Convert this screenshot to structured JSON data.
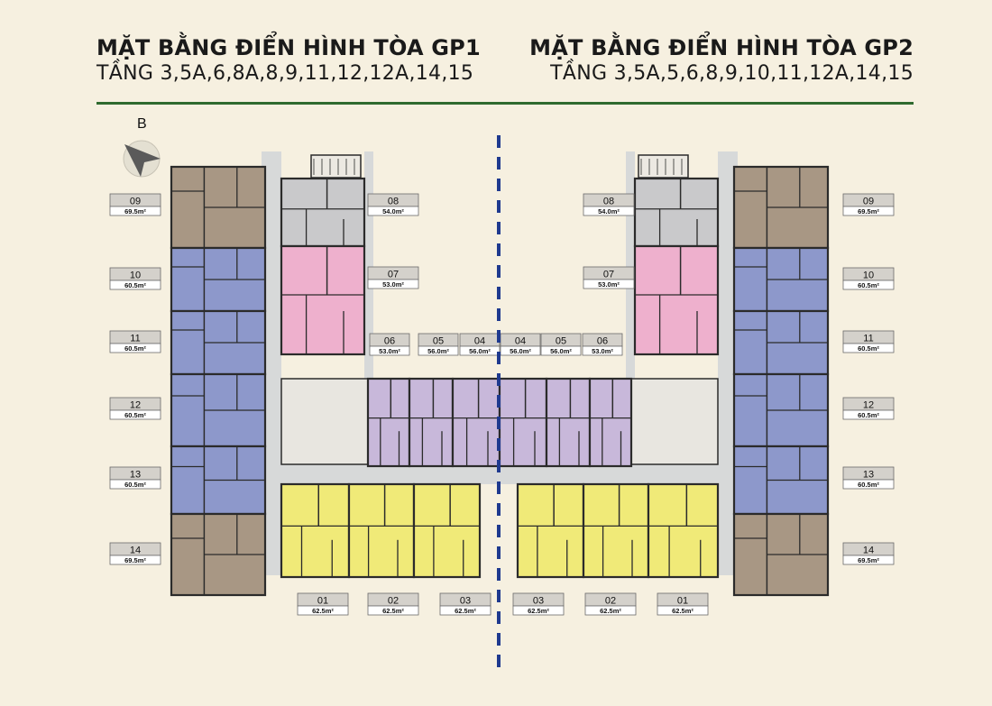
{
  "header": {
    "gp1_title": "MẶT BẰNG ĐIỂN HÌNH TÒA GP1",
    "gp1_floors": "TẦNG 3,5A,6,8A,8,9,11,12,12A,14,15",
    "gp2_title": "MẶT BẰNG ĐIỂN HÌNH TÒA GP2",
    "gp2_floors": "TẦNG 3,5A,5,6,8,9,10,11,12A,14,15"
  },
  "compass": {
    "label": "B"
  },
  "colors": {
    "brown": "#a89784",
    "blue": "#8d98cb",
    "gray": "#c9c9cb",
    "pink": "#eeb0cd",
    "purple": "#c8b8da",
    "yellow": "#f0ea78",
    "corridor": "#d7d9d9",
    "divider": "#1f3a8f",
    "rule": "#2f6a2f"
  },
  "gp1": {
    "left_units": [
      {
        "num": "09",
        "area": "69.5m²"
      },
      {
        "num": "10",
        "area": "60.5m²"
      },
      {
        "num": "11",
        "area": "60.5m²"
      },
      {
        "num": "12",
        "area": "60.5m²"
      },
      {
        "num": "13",
        "area": "60.5m²"
      },
      {
        "num": "14",
        "area": "69.5m²"
      }
    ],
    "right_upper_units": [
      {
        "num": "08",
        "area": "54.0m²"
      },
      {
        "num": "07",
        "area": "53.0m²"
      }
    ],
    "top_units": [
      {
        "num": "06",
        "area": "53.0m²"
      },
      {
        "num": "05",
        "area": "56.0m²"
      },
      {
        "num": "04",
        "area": "56.0m²"
      }
    ],
    "bottom_units": [
      {
        "num": "01",
        "area": "62.5m²"
      },
      {
        "num": "02",
        "area": "62.5m²"
      },
      {
        "num": "03",
        "area": "62.5m²"
      }
    ]
  },
  "gp2": {
    "right_units": [
      {
        "num": "09",
        "area": "69.5m²"
      },
      {
        "num": "10",
        "area": "60.5m²"
      },
      {
        "num": "11",
        "area": "60.5m²"
      },
      {
        "num": "12",
        "area": "60.5m²"
      },
      {
        "num": "13",
        "area": "60.5m²"
      },
      {
        "num": "14",
        "area": "69.5m²"
      }
    ],
    "left_upper_units": [
      {
        "num": "08",
        "area": "54.0m²"
      },
      {
        "num": "07",
        "area": "53.0m²"
      }
    ],
    "top_units": [
      {
        "num": "04",
        "area": "56.0m²"
      },
      {
        "num": "05",
        "area": "56.0m²"
      },
      {
        "num": "06",
        "area": "53.0m²"
      }
    ],
    "bottom_units": [
      {
        "num": "03",
        "area": "62.5m²"
      },
      {
        "num": "02",
        "area": "62.5m²"
      },
      {
        "num": "01",
        "area": "62.5m²"
      }
    ]
  }
}
